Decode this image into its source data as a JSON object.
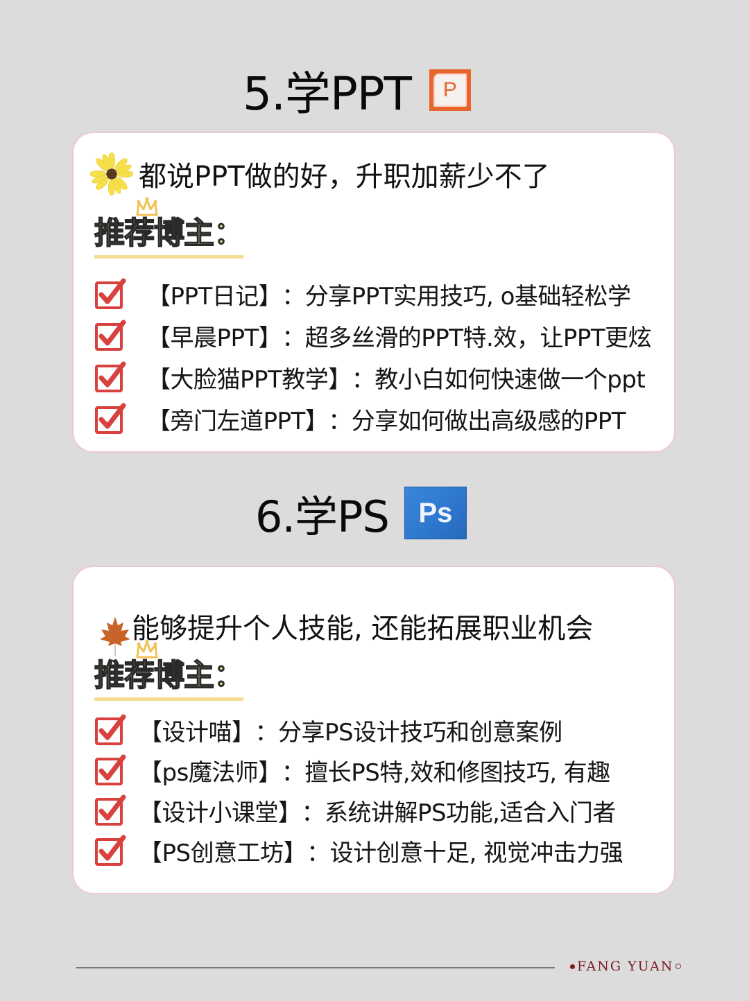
{
  "sections": [
    {
      "title": "5.学PPT",
      "logo": {
        "name": "powerpoint-logo",
        "letter": "P",
        "color": "#e8642c"
      },
      "intro_icon": "sunflower-icon",
      "intro": "都说PPT做的好，升职加薪少不了",
      "recommend_label": "推荐博主：",
      "items": [
        {
          "name": "【PPT日记】",
          "sep": "：",
          "desc": "分享PPT实用技巧, o基础轻松学"
        },
        {
          "name": "【早晨PPT】",
          "sep": "：",
          "desc": "超多丝滑的PPT特.效，让PPT更炫"
        },
        {
          "name": "【大脸猫PPT教学】",
          "sep": "：",
          "desc": "教小白如何快速做一个ppt"
        },
        {
          "name": "【旁门左道PPT】",
          "sep": "：",
          "desc": "分享如何做出高级感的PPT"
        }
      ]
    },
    {
      "title": "6.学PS",
      "logo": {
        "name": "photoshop-logo",
        "letter": "Ps",
        "color": "#2f78cf"
      },
      "intro_icon": "maple-leaf-icon",
      "intro": "能够提升个人技能, 还能拓展职业机会",
      "recommend_label": "推荐博主：",
      "items": [
        {
          "name": "【设计喵】",
          "sep": "：",
          "desc": "分享PS设计技巧和创意案例"
        },
        {
          "name": "【ps魔法师】",
          "sep": "：",
          "desc": "擅长PS特,效和修图技巧, 有趣"
        },
        {
          "name": "【设计小课堂】",
          "sep": "：",
          "desc": "系统讲解PS功能,适合入门者"
        },
        {
          "name": "【PS创意工坊】",
          "sep": "：",
          "desc": "设计创意十足, 视觉冲击力强"
        }
      ]
    }
  ],
  "footer": {
    "signature": "FANG YUAN"
  },
  "colors": {
    "background": "#dcdcdc",
    "card_border": "#ecc9d2",
    "check_red": "#d9413f",
    "highlight_yellow": "#f6dd94",
    "signature": "#7a1a22"
  }
}
